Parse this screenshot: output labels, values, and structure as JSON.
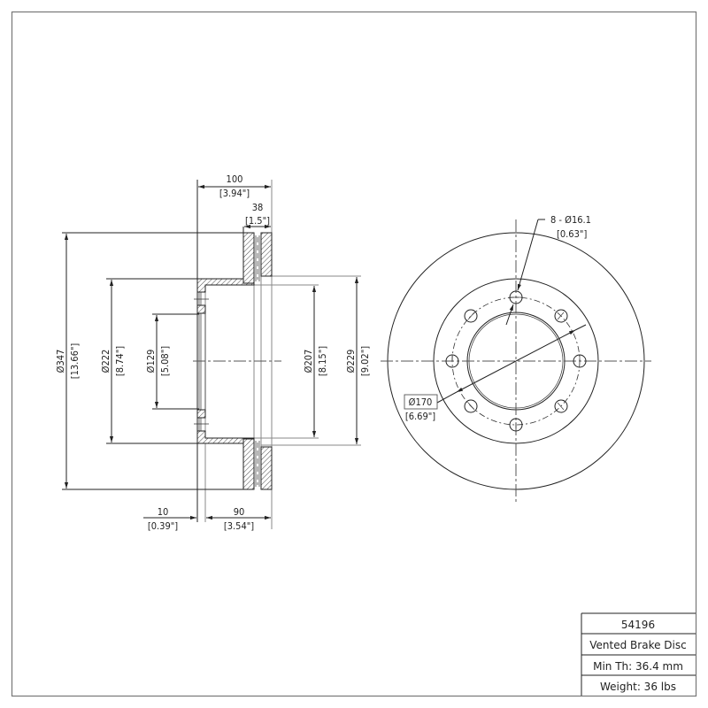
{
  "drawing": {
    "title": "Vented Brake Disc technical drawing",
    "side_view": {
      "dimensions": {
        "overall_height": {
          "label": "100",
          "label_in": "[3.94\"]"
        },
        "rotor_thickness": {
          "label": "38",
          "label_in": "[1.5\"]"
        },
        "outer_diameter": {
          "label": "Ø347",
          "label_in": "[13.66\"]"
        },
        "hat_outer_diameter": {
          "label": "Ø222",
          "label_in": "[8.74\"]"
        },
        "center_bore": {
          "label": "Ø129",
          "label_in": "[5.08\"]"
        },
        "hat_inner_diameter": {
          "label": "Ø207",
          "label_in": "[8.15\"]"
        },
        "friction_inner_diameter": {
          "label": "Ø229",
          "label_in": "[9.02\"]"
        },
        "hat_thickness": {
          "label": "10",
          "label_in": "[0.39\"]"
        },
        "hat_depth": {
          "label": "90",
          "label_in": "[3.54\"]"
        }
      }
    },
    "front_view": {
      "bolt_holes": {
        "label": "8 - Ø16.1",
        "label_in": "[0.63\"]",
        "count": 8
      },
      "bolt_circle": {
        "label": "Ø170",
        "label_in": "[6.69\"]"
      }
    }
  },
  "title_block": {
    "part_number": "54196",
    "description": "Vented Brake Disc",
    "min_thickness": "Min Th: 36.4 mm",
    "weight": "Weight: 36 lbs"
  }
}
